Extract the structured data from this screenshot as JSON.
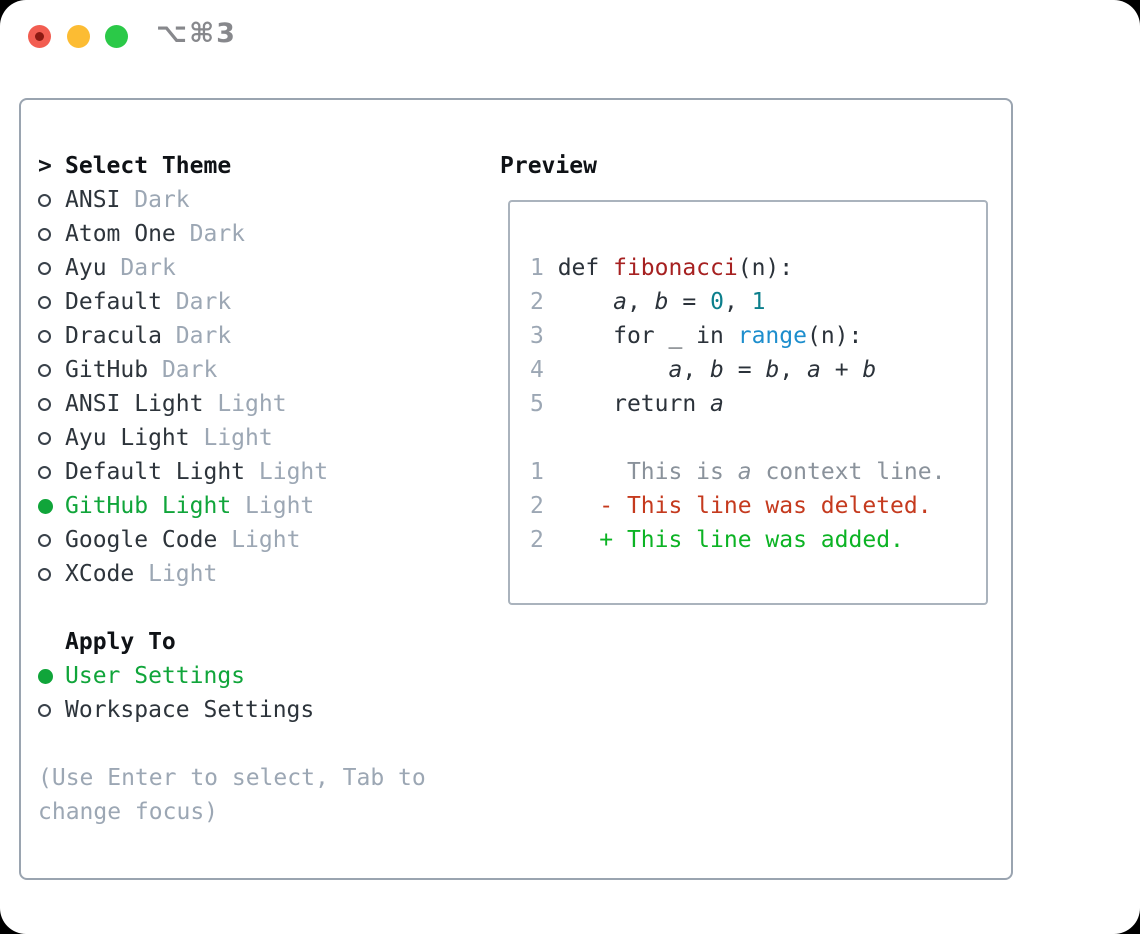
{
  "window": {
    "title": "⌥⌘3",
    "traffic_lights": [
      {
        "name": "close",
        "color": "#f25d51"
      },
      {
        "name": "minimize",
        "color": "#fcbc33"
      },
      {
        "name": "zoom",
        "color": "#2bc948"
      }
    ]
  },
  "colors": {
    "selection_green": "#10a53a",
    "added_green": "#0cb324",
    "deleted_red": "#c53a1e",
    "function_red": "#a62121",
    "number_teal": "#0c7f8c",
    "call_blue": "#1d8ecd",
    "muted_gray": "#9ca7b4",
    "text_dark": "#2d343b",
    "panel_border": "#9aa4b0",
    "preview_border": "#aab3bd"
  },
  "sidebar": {
    "header": {
      "prompt": ">",
      "label": "Select Theme"
    },
    "themes": [
      {
        "name": "ANSI",
        "variant": "Dark",
        "selected": false
      },
      {
        "name": "Atom One",
        "variant": "Dark",
        "selected": false
      },
      {
        "name": "Ayu",
        "variant": "Dark",
        "selected": false
      },
      {
        "name": "Default",
        "variant": "Dark",
        "selected": false
      },
      {
        "name": "Dracula",
        "variant": "Dark",
        "selected": false
      },
      {
        "name": "GitHub",
        "variant": "Dark",
        "selected": false
      },
      {
        "name": "ANSI Light",
        "variant": "Light",
        "selected": false
      },
      {
        "name": "Ayu Light",
        "variant": "Light",
        "selected": false
      },
      {
        "name": "Default Light",
        "variant": "Light",
        "selected": false
      },
      {
        "name": "GitHub Light",
        "variant": "Light",
        "selected": true
      },
      {
        "name": "Google Code",
        "variant": "Light",
        "selected": false
      },
      {
        "name": "XCode",
        "variant": "Light",
        "selected": false
      }
    ],
    "apply_to": {
      "label": "Apply To",
      "options": [
        {
          "name": "User Settings",
          "selected": true
        },
        {
          "name": "Workspace Settings",
          "selected": false
        }
      ]
    },
    "hint_lines": [
      "(Use Enter to select, Tab to",
      "change focus)"
    ]
  },
  "preview": {
    "title": "Preview",
    "lines": [
      {
        "segments": [
          {
            "t": "1 ",
            "c": "ln"
          },
          {
            "t": "def ",
            "c": "code-t"
          },
          {
            "t": "fibonacci",
            "c": "fn"
          },
          {
            "t": "(n):",
            "c": "code-t"
          }
        ]
      },
      {
        "segments": [
          {
            "t": "2",
            "c": "ln"
          },
          {
            "t": "     ",
            "c": "code-t"
          },
          {
            "t": "a",
            "c": "var"
          },
          {
            "t": ", ",
            "c": "code-t"
          },
          {
            "t": "b",
            "c": "var"
          },
          {
            "t": " = ",
            "c": "code-t"
          },
          {
            "t": "0",
            "c": "num"
          },
          {
            "t": ", ",
            "c": "code-t"
          },
          {
            "t": "1",
            "c": "num"
          }
        ]
      },
      {
        "segments": [
          {
            "t": "3",
            "c": "ln"
          },
          {
            "t": "     for _ in ",
            "c": "code-t"
          },
          {
            "t": "range",
            "c": "call"
          },
          {
            "t": "(n):",
            "c": "code-t"
          }
        ]
      },
      {
        "segments": [
          {
            "t": "4",
            "c": "ln"
          },
          {
            "t": "         ",
            "c": "code-t"
          },
          {
            "t": "a",
            "c": "var"
          },
          {
            "t": ", ",
            "c": "code-t"
          },
          {
            "t": "b",
            "c": "var"
          },
          {
            "t": " = ",
            "c": "code-t"
          },
          {
            "t": "b",
            "c": "var"
          },
          {
            "t": ", ",
            "c": "code-t"
          },
          {
            "t": "a",
            "c": "var"
          },
          {
            "t": " + ",
            "c": "code-t"
          },
          {
            "t": "b",
            "c": "var"
          }
        ]
      },
      {
        "segments": [
          {
            "t": "5",
            "c": "ln"
          },
          {
            "t": "     return ",
            "c": "code-t"
          },
          {
            "t": "a",
            "c": "var"
          }
        ]
      },
      {
        "segments": []
      },
      {
        "segments": [
          {
            "t": "1",
            "c": "ln"
          },
          {
            "t": "      This is ",
            "c": "ctx"
          },
          {
            "t": "a",
            "c": "ctxv"
          },
          {
            "t": " context line.",
            "c": "ctx"
          }
        ]
      },
      {
        "segments": [
          {
            "t": "2",
            "c": "ln"
          },
          {
            "t": "    ",
            "c": "code-t"
          },
          {
            "t": "- This line was deleted.",
            "c": "del"
          }
        ]
      },
      {
        "segments": [
          {
            "t": "2",
            "c": "ln"
          },
          {
            "t": "    ",
            "c": "code-t"
          },
          {
            "t": "+ This line was added.",
            "c": "add"
          }
        ]
      }
    ]
  }
}
